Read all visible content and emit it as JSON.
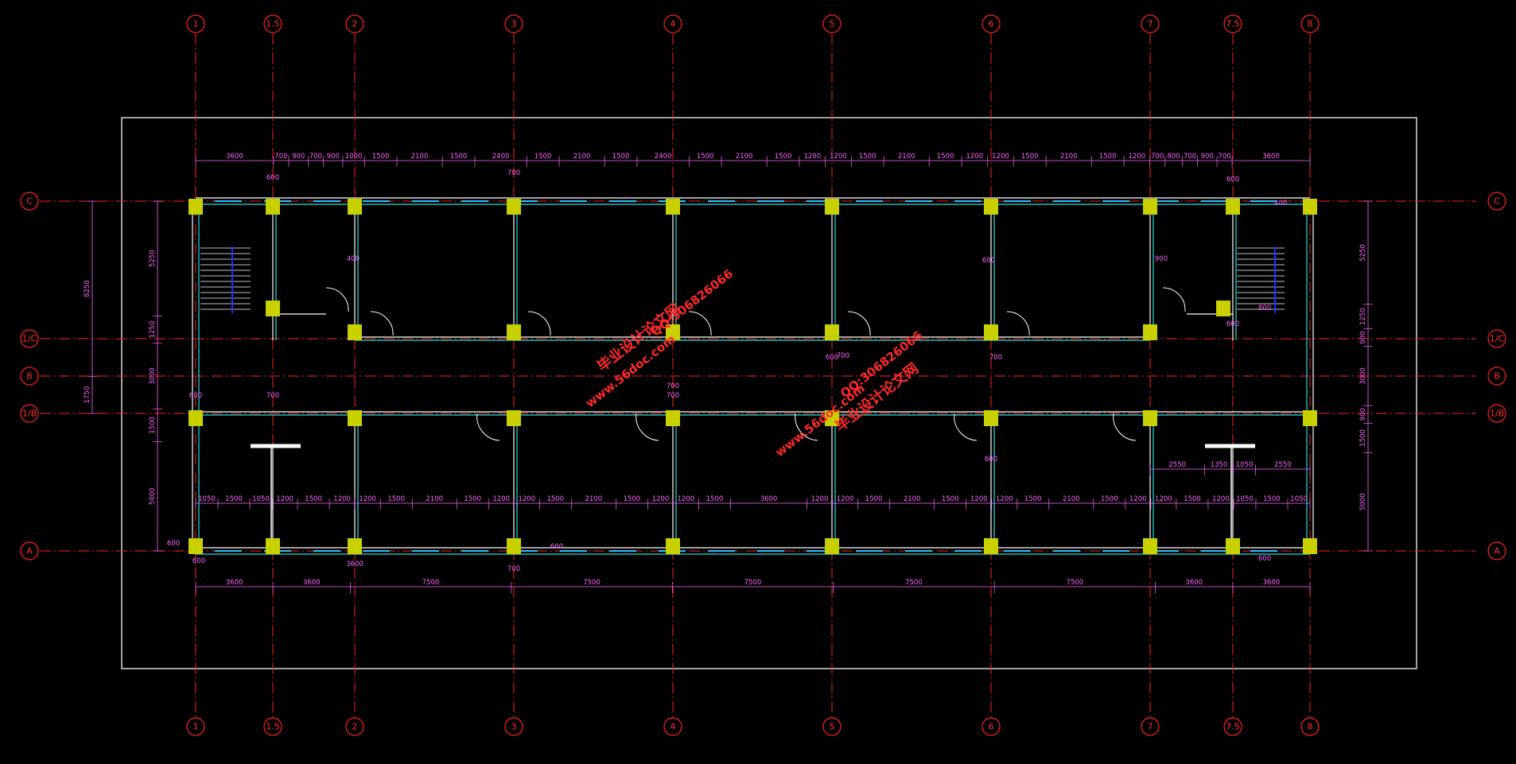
{
  "drawing": {
    "colors": {
      "background": "#000000",
      "grid_line": "#ff2020",
      "wall": "#ffffff",
      "wall_inner": "#20e0e0",
      "column": "#c8d000",
      "dimension": "#ff66ff",
      "stair_rail": "#2030ff",
      "watermark": "#ff2a2a"
    },
    "vertical_axes": [
      "1",
      "1.5",
      "2",
      "3",
      "4",
      "5",
      "6",
      "7",
      "7.5",
      "8"
    ],
    "horizontal_axes": [
      "C",
      "1/C",
      "B",
      "1/B",
      "A"
    ],
    "top_dimensions": [
      "3600",
      "700",
      "900",
      "700",
      "900",
      "1000",
      "1500",
      "2100",
      "1500",
      "2400",
      "1500",
      "2100",
      "1500",
      "2400",
      "1500",
      "2100",
      "1500",
      "1200",
      "1200",
      "1500",
      "2100",
      "1500",
      "1200",
      "1200",
      "1500",
      "2100",
      "1500",
      "1200",
      "700",
      "800",
      "700",
      "900",
      "700",
      "3600"
    ],
    "mid_dimensions": [
      "1050",
      "1500",
      "1050",
      "1200",
      "1500",
      "1200",
      "1200",
      "1500",
      "2100",
      "1500",
      "1200",
      "1200",
      "1500",
      "2100",
      "1500",
      "1200",
      "1200",
      "1500",
      "3600",
      "1200",
      "1200",
      "1500",
      "2100",
      "1500",
      "1200",
      "1200",
      "1500",
      "2100",
      "1500",
      "1200",
      "1200",
      "1500",
      "1200",
      "1050",
      "1500",
      "1050"
    ],
    "bottom_dimensions": [
      "3600",
      "3600",
      "7500",
      "7500",
      "7500",
      "7500",
      "7500",
      "3600",
      "3600"
    ],
    "left_dimensions": [
      "5250",
      "1250",
      "3000",
      "1500",
      "5000"
    ],
    "left_overall": [
      "8250",
      "1750"
    ],
    "right_dimensions": [
      "5250",
      "1250",
      "900",
      "3000",
      "900",
      "1500",
      "5000"
    ],
    "room_dims": [
      "2550",
      "1350",
      "1050",
      "2550"
    ],
    "small_tags": [
      "600",
      "700",
      "600",
      "400",
      "700",
      "600",
      "700",
      "600",
      "400",
      "600",
      "700",
      "800",
      "600",
      "600",
      "900",
      "700",
      "700",
      "600",
      "600",
      "3600",
      "700",
      "600",
      "600"
    ],
    "watermark_cn": "毕业设计论文网",
    "watermark_url": "www.56doc.com",
    "watermark_qq": "QQ:306826066"
  }
}
